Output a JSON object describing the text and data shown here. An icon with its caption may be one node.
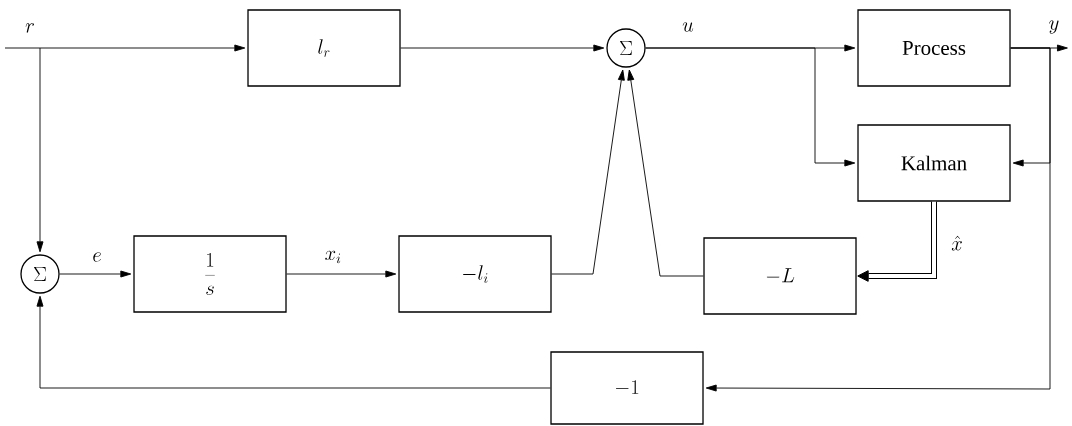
{
  "diagram": {
    "nodes": [
      {
        "text": [
          "l_r"
        ]
      },
      {
        "text": [
          "\\Sigma"
        ]
      },
      {
        "text": [
          "Process"
        ]
      },
      {
        "text": [
          "Kalman"
        ]
      },
      {
        "text": [
          "\\Sigma"
        ]
      },
      {
        "text": [
          "\\frac{1}{s}"
        ]
      },
      {
        "text": [
          "-l_i"
        ]
      },
      {
        "text": [
          "-L"
        ]
      },
      {
        "text": [
          "-1"
        ]
      }
    ],
    "edges": [
      {
        "from": null,
        "to": 0,
        "arrow": "to",
        "label": "r"
      },
      {
        "from": null,
        "to": 4,
        "arrow": "to"
      },
      {
        "from": 0,
        "to": 1,
        "arrow": "to"
      },
      {
        "from": 1,
        "to": 2,
        "arrow": "to",
        "label": "u"
      },
      {
        "from": 1,
        "to": 3,
        "arrow": "to"
      },
      {
        "from": 2,
        "to": null,
        "arrow": "to",
        "label": "y"
      },
      {
        "from": 2,
        "to": 3,
        "arrow": "to"
      },
      {
        "from": 2,
        "to": 8,
        "arrow": "to"
      },
      {
        "from": 4,
        "to": 5,
        "arrow": "to",
        "label": "e"
      },
      {
        "from": 5,
        "to": 6,
        "arrow": "to",
        "label": "x_i"
      },
      {
        "from": 6,
        "to": 1,
        "arrow": "to"
      },
      {
        "from": 7,
        "to": 1,
        "arrow": "to"
      },
      {
        "from": 3,
        "to": 7,
        "arrow": "to",
        "label": "\\hat{x}",
        "style": "thick"
      },
      {
        "from": 8,
        "to": 4,
        "arrow": "to"
      }
    ]
  }
}
